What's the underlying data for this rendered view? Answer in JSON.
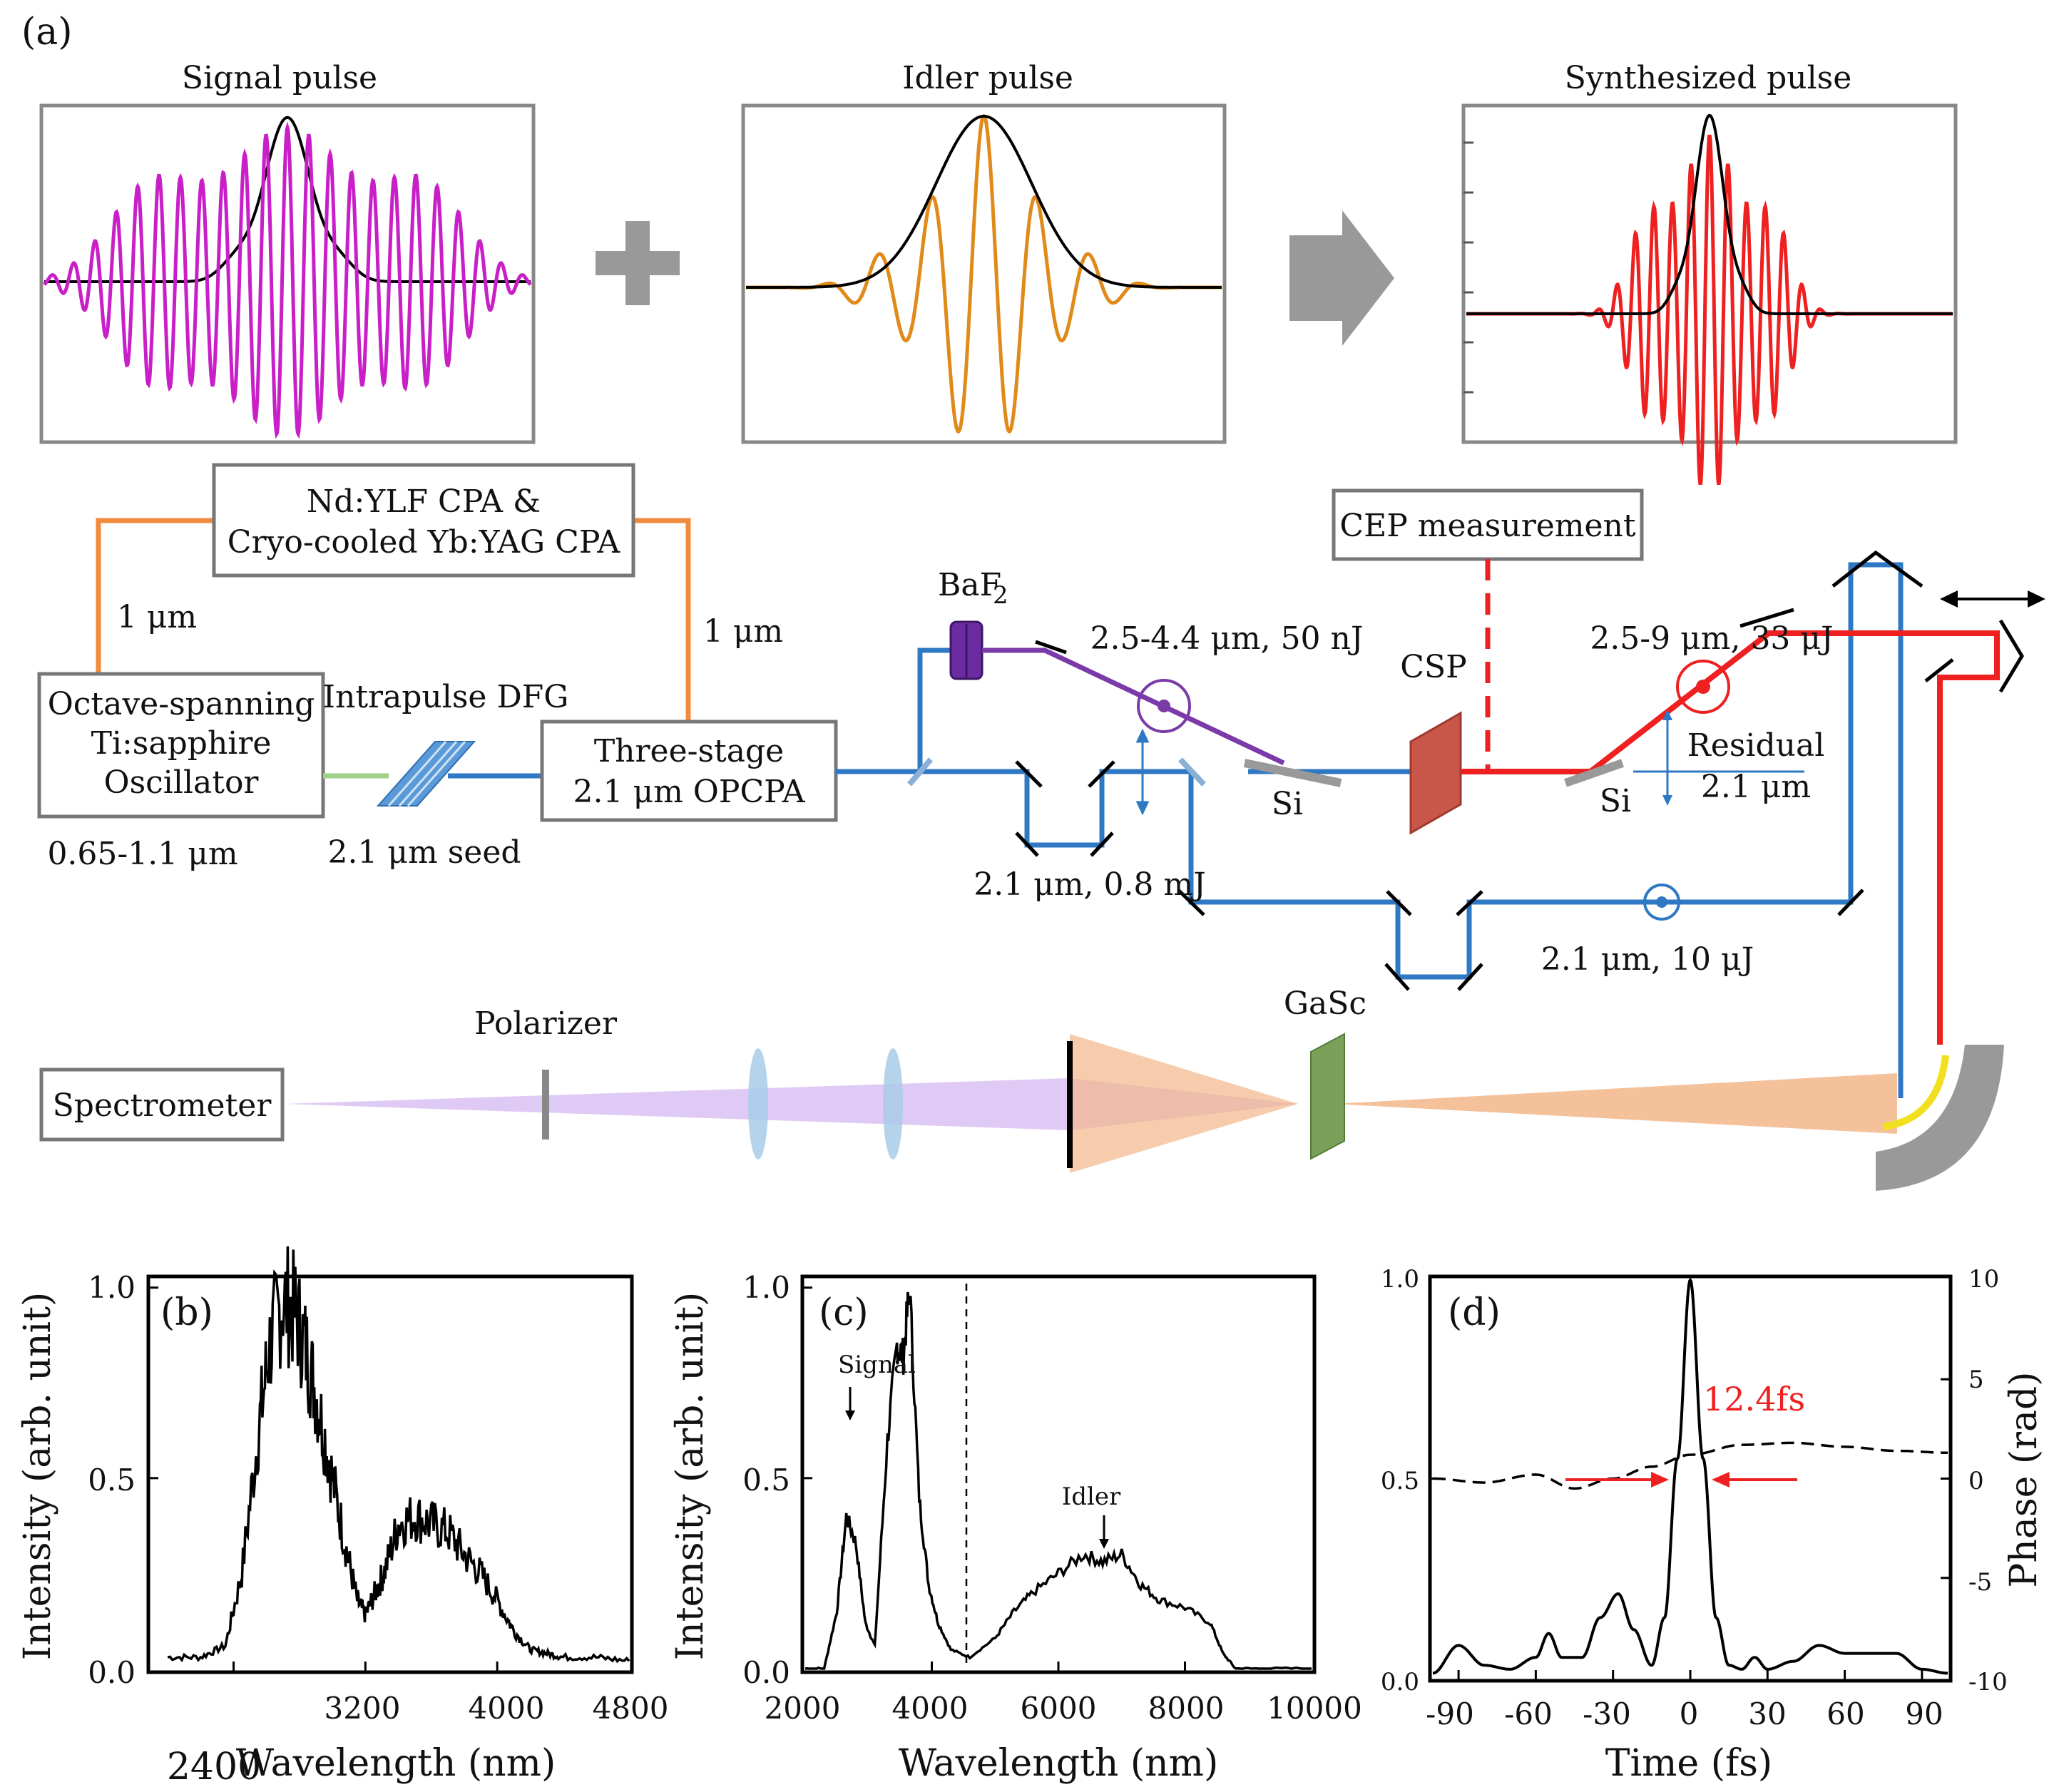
{
  "figure": {
    "panel_a": "(a)",
    "pulses": {
      "signal_title": "Signal pulse",
      "idler_title": "Idler pulse",
      "synth_title": "Synthesized pulse",
      "colors": {
        "signal": "#c81fc8",
        "idler": "#e08a1a",
        "synth": "#ee2020",
        "envelope": "#000000"
      }
    },
    "setup": {
      "cpa_line1": "Nd:YLF CPA &",
      "cpa_line2": "Cryo-cooled Yb:YAG CPA",
      "osc_line1": "Octave-spanning",
      "osc_line2": "Ti:sapphire",
      "osc_line3": "Oscillator",
      "opcpa_line1": "Three-stage",
      "opcpa_line2": "2.1 μm OPCPA",
      "cep_box": "CEP measurement",
      "spectrometer": "Spectrometer",
      "label_1um_left": "1 μm",
      "label_1um_right": "1 μm",
      "intrapulse_dfg": "Intrapulse DFG",
      "osc_range": "0.65-1.1 μm",
      "seed": "2.1 μm seed",
      "baf2": "BaF",
      "baf2_sub": "2",
      "midir_1": "2.5-4.4 μm, 50 nJ",
      "si_1": "Si",
      "csp": "CSP",
      "midir_2": "2.5-9 μm, 33 μJ",
      "si_2": "Si",
      "residual_1": "Residual",
      "residual_2": "2.1 μm",
      "pump_energy": "2.1 μm, 0.8 mJ",
      "gate_energy": "2.1 μm, 10 μJ",
      "polarizer": "Polarizer",
      "gasc": "GaSc",
      "beam_colors": {
        "pump": "#2f78c4",
        "mid1": "#7a3aa8",
        "mid2": "#ee2020",
        "orange": "#f08a3c",
        "green": "#9fd08a"
      }
    },
    "panel_b": {
      "label": "(b)",
      "xlabel": "Wavelength (nm)",
      "ylabel": "Intensity (arb. unit)",
      "xticks": [
        "2400",
        "3200",
        "4000",
        "4800"
      ],
      "yticks": [
        "0.0",
        "0.5",
        "1.0"
      ]
    },
    "panel_c": {
      "label": "(c)",
      "xlabel": "Wavelength (nm)",
      "ylabel": "Intensity (arb. unit)",
      "xticks": [
        "2000",
        "4000",
        "6000",
        "8000",
        "10000"
      ],
      "yticks": [
        "0.0",
        "0.5",
        "1.0"
      ],
      "signal": "Signal",
      "idler": "Idler"
    },
    "panel_d": {
      "label": "(d)",
      "xlabel": "Time (fs)",
      "ylabel_left": "",
      "ylabel_right": "Phase (rad)",
      "xticks": [
        "-90",
        "-60",
        "-30",
        "0",
        "30",
        "60",
        "90"
      ],
      "yticks_left": [
        "0.0",
        "0.5",
        "1.0"
      ],
      "yticks_right": [
        "-10",
        "-5",
        "0",
        "5",
        "10"
      ],
      "fwhm": "12.4fs"
    }
  },
  "chart_data": [
    {
      "type": "line",
      "title": "",
      "xlabel": "Wavelength (nm)",
      "ylabel": "Intensity (arb. unit)",
      "xlim": [
        1900,
        4800
      ],
      "ylim": [
        0,
        1.02
      ],
      "series": [
        {
          "x": [
            2000,
            2200,
            2350,
            2450,
            2550,
            2620,
            2700,
            2780,
            2850,
            2920,
            3000,
            3080,
            3150,
            3200,
            3260,
            3320,
            3400,
            3500,
            3600,
            3700,
            3800,
            3900,
            4000,
            4100,
            4200,
            4300,
            4400,
            4600,
            4800
          ],
          "y": [
            0.03,
            0.03,
            0.06,
            0.25,
            0.62,
            0.85,
            0.97,
            0.93,
            0.82,
            0.68,
            0.5,
            0.32,
            0.18,
            0.14,
            0.2,
            0.26,
            0.38,
            0.4,
            0.38,
            0.36,
            0.3,
            0.25,
            0.18,
            0.1,
            0.05,
            0.04,
            0.03,
            0.03,
            0.02
          ]
        }
      ]
    },
    {
      "type": "line",
      "title": "",
      "xlabel": "Wavelength (nm)",
      "ylabel": "Intensity (arb. unit)",
      "xlim": [
        2000,
        10000
      ],
      "ylim": [
        0,
        1.02
      ],
      "series": [
        {
          "x": [
            2000,
            2300,
            2500,
            2650,
            2800,
            2950,
            3100,
            3300,
            3450,
            3550,
            3650,
            3800,
            3950,
            4100,
            4300,
            4600,
            5000,
            5300,
            5600,
            6000,
            6400,
            6700,
            7000,
            7300,
            7600,
            8000,
            8400,
            8600,
            8800,
            9200,
            10000
          ],
          "y": [
            0.0,
            0.0,
            0.15,
            0.4,
            0.33,
            0.12,
            0.06,
            0.6,
            0.85,
            0.82,
            1.0,
            0.45,
            0.22,
            0.12,
            0.05,
            0.03,
            0.08,
            0.15,
            0.2,
            0.25,
            0.3,
            0.28,
            0.3,
            0.22,
            0.18,
            0.16,
            0.12,
            0.04,
            0.0,
            0.0,
            0.0
          ]
        }
      ]
    },
    {
      "type": "line",
      "title": "",
      "xlabel": "Time (fs)",
      "ylabel": "",
      "xlim": [
        -100,
        100
      ],
      "ylim": [
        0,
        1.0
      ],
      "y2lim": [
        -10,
        10
      ],
      "series": [
        {
          "name": "",
          "x": [
            -100,
            -90,
            -80,
            -70,
            -60,
            -55,
            -50,
            -42,
            -35,
            -28,
            -22,
            -15,
            -10,
            -5,
            0,
            5,
            10,
            15,
            20,
            25,
            30,
            40,
            50,
            60,
            70,
            80,
            90,
            100
          ],
          "y": [
            0.01,
            0.08,
            0.03,
            0.02,
            0.05,
            0.11,
            0.05,
            0.05,
            0.15,
            0.21,
            0.12,
            0.03,
            0.15,
            0.55,
            1.0,
            0.55,
            0.15,
            0.03,
            0.02,
            0.05,
            0.02,
            0.04,
            0.08,
            0.06,
            0.06,
            0.06,
            0.02,
            0.01
          ]
        },
        {
          "name": "",
          "axis": "right",
          "x": [
            -100,
            -80,
            -60,
            -45,
            -30,
            -15,
            0,
            20,
            40,
            60,
            80,
            100
          ],
          "y": [
            0.0,
            -0.2,
            0.2,
            -0.5,
            0.0,
            0.6,
            1.2,
            1.7,
            1.8,
            1.6,
            1.4,
            1.3
          ]
        }
      ]
    }
  ]
}
